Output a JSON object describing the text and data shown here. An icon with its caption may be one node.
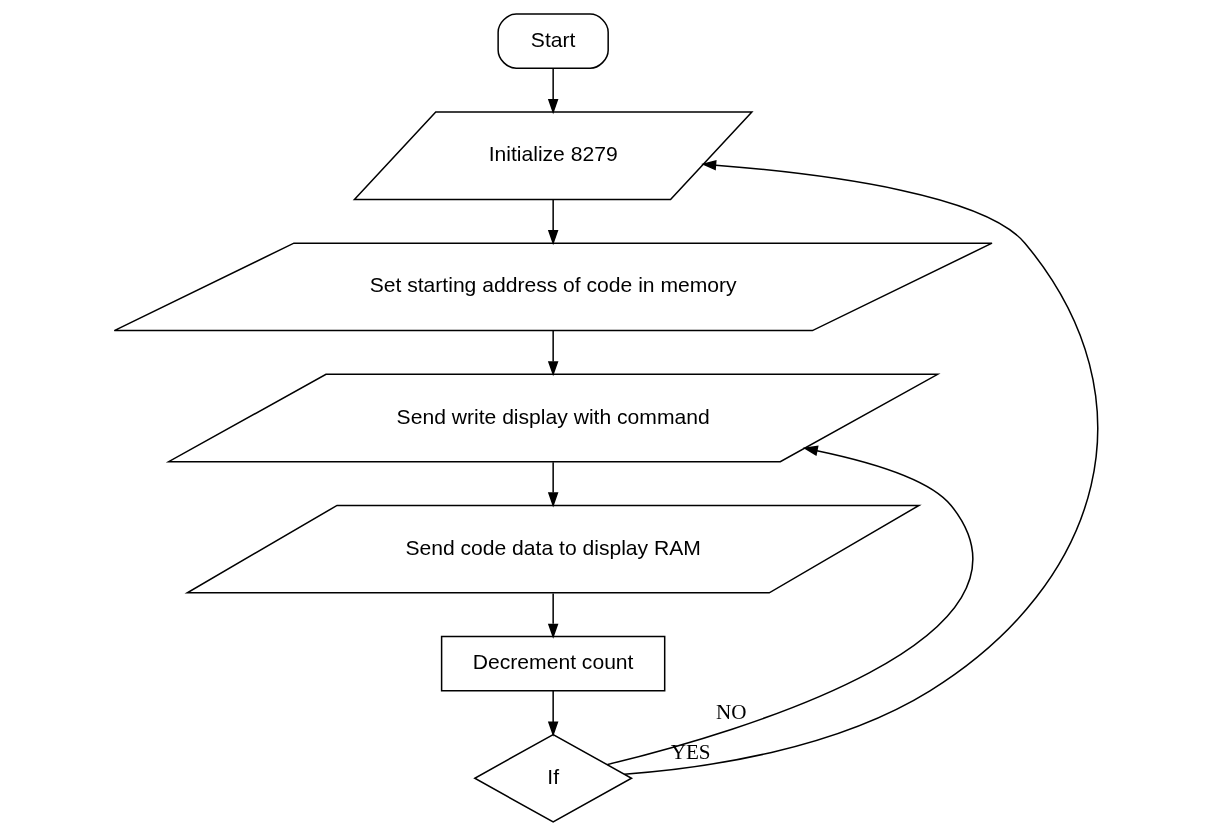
{
  "diagram": {
    "nodes": [
      {
        "text": [
          "Start"
        ]
      },
      {
        "text": [
          "Initialize 8279"
        ]
      },
      {
        "text": [
          "Set starting address of code in memory"
        ]
      },
      {
        "text": [
          "Send write display with command"
        ]
      },
      {
        "text": [
          "Send code data to display RAM"
        ]
      },
      {
        "text": [
          "Decrement count"
        ]
      },
      {
        "text": [
          "If"
        ]
      }
    ],
    "edges": [
      {
        "from": 0,
        "to": 1,
        "arrow": "to"
      },
      {
        "from": 1,
        "to": 2,
        "arrow": "to"
      },
      {
        "from": 2,
        "to": 3,
        "arrow": "to"
      },
      {
        "from": 3,
        "to": 4,
        "arrow": "to"
      },
      {
        "from": 4,
        "to": 5,
        "arrow": "to"
      },
      {
        "from": 5,
        "to": 6,
        "arrow": "to"
      },
      {
        "from": 6,
        "to": 3,
        "arrow": "to",
        "label": "NO"
      },
      {
        "from": 6,
        "to": 1,
        "arrow": "to",
        "label": "YES"
      }
    ]
  }
}
